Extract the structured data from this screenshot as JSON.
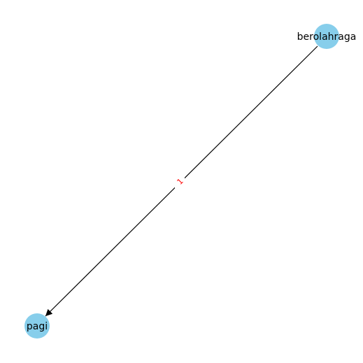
{
  "graph": {
    "node_color": "#87CEEB",
    "edge_color": "#000000",
    "edge_label_color": "#FF0000",
    "directed": true,
    "nodes": [
      {
        "id": "berolahraga",
        "label": "berolahraga"
      },
      {
        "id": "pagi",
        "label": "pagi"
      }
    ],
    "edges": [
      {
        "source": "berolahraga",
        "target": "pagi",
        "label": "1"
      }
    ]
  }
}
